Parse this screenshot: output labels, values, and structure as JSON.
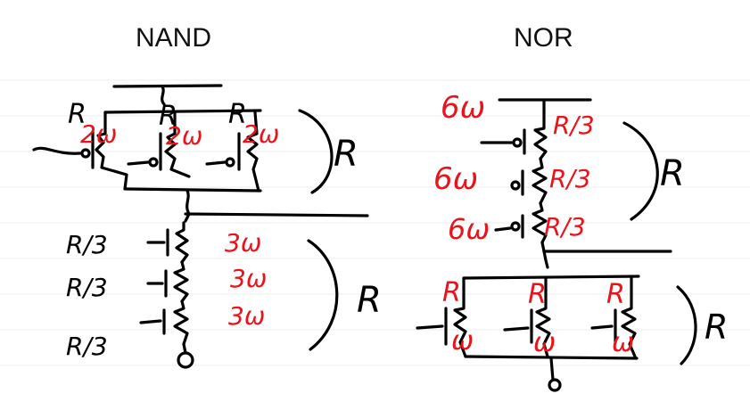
{
  "titles": {
    "nand": "NAND",
    "nor": "NOR"
  },
  "nand": {
    "pullup_labels": [
      "R",
      "R",
      "R"
    ],
    "pullup_widths": [
      "2ω",
      "2ω",
      "2ω"
    ],
    "pullup_total": "R",
    "pulldown_labels": [
      "R/3",
      "R/3",
      "R/3"
    ],
    "pulldown_widths": [
      "3ω",
      "3ω",
      "3ω"
    ],
    "pulldown_total": "R"
  },
  "nor": {
    "pullup_labels": [
      "R/3",
      "R/3",
      "R/3"
    ],
    "pullup_widths": [
      "6ω",
      "6ω",
      "6ω"
    ],
    "pullup_total": "R",
    "pulldown_labels": [
      "R",
      "R",
      "R"
    ],
    "pulldown_widths": [
      "ω",
      "ω",
      "ω"
    ],
    "pulldown_total": "R"
  },
  "colors": {
    "ink": "#000000",
    "annotation": "#e8141c"
  }
}
